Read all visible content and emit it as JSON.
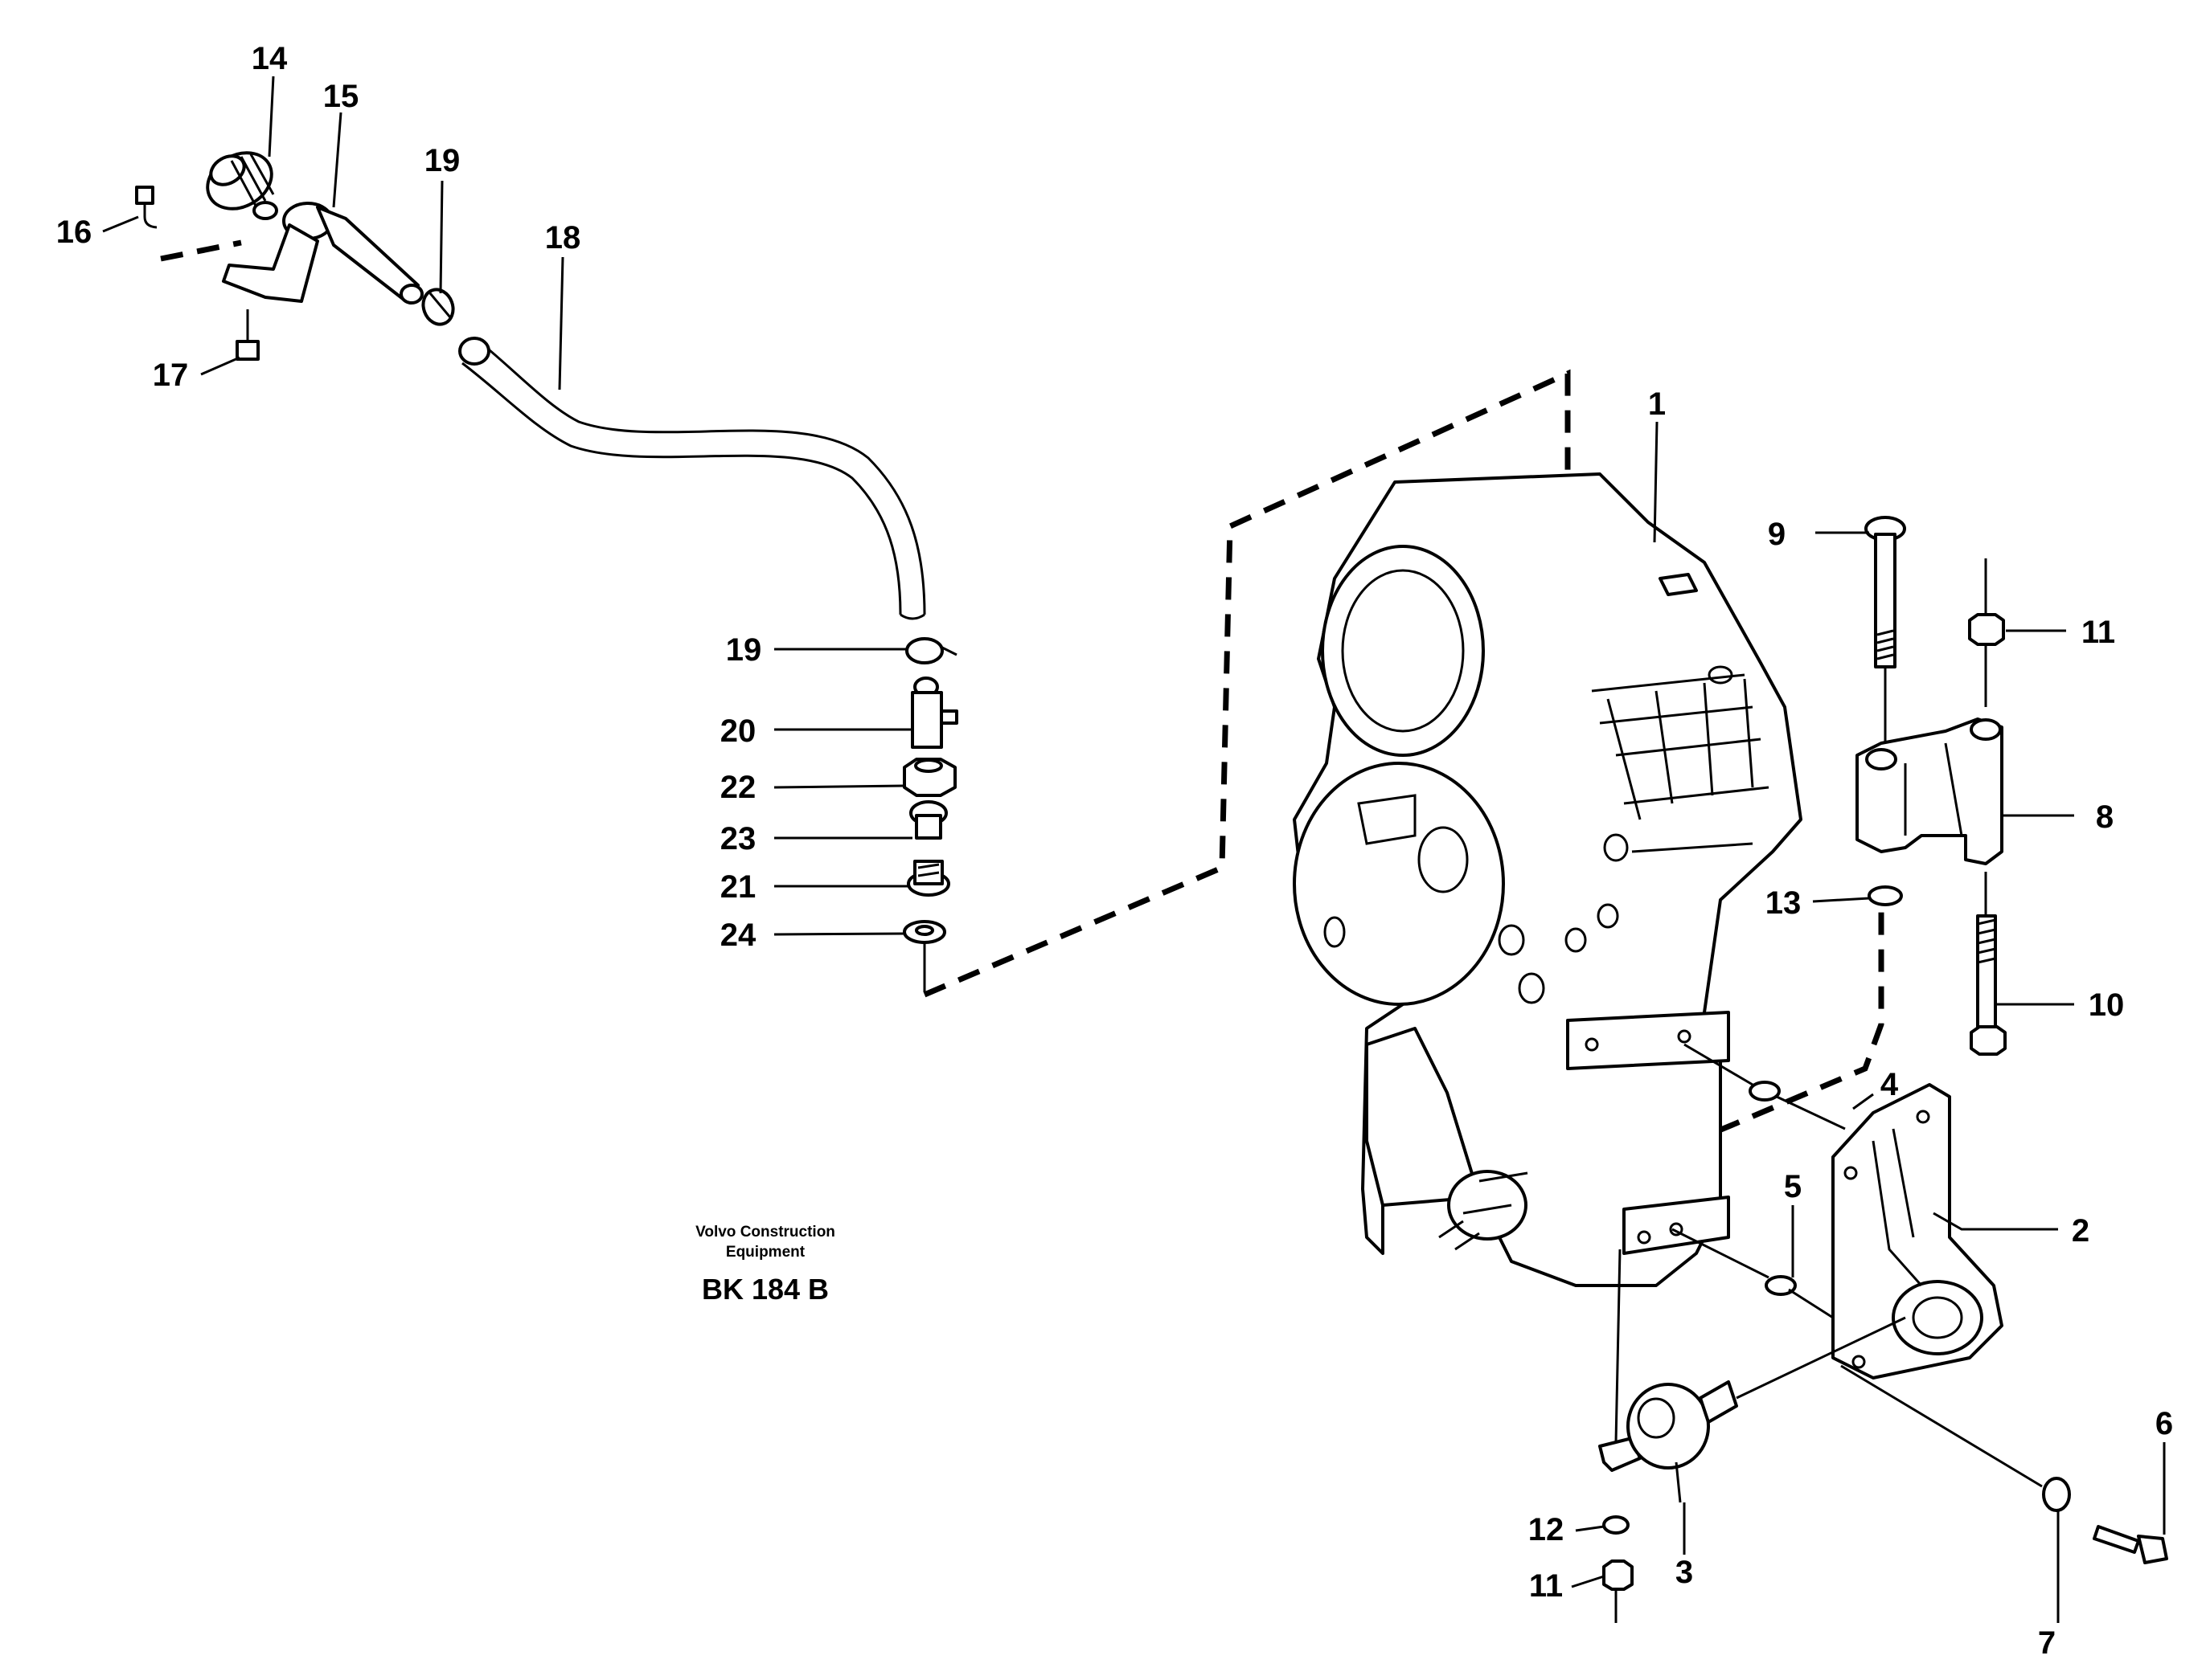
{
  "callouts": {
    "c1": "1",
    "c2": "2",
    "c3": "3",
    "c4": "4",
    "c5": "5",
    "c6": "6",
    "c7": "7",
    "c8": "8",
    "c9": "9",
    "c10": "10",
    "c11a": "11",
    "c11b": "11",
    "c12": "12",
    "c13": "13",
    "c14": "14",
    "c15": "15",
    "c16": "16",
    "c17": "17",
    "c18": "18",
    "c19a": "19",
    "c19b": "19",
    "c20": "20",
    "c21": "21",
    "c22": "22",
    "c23": "23",
    "c24": "24"
  },
  "credit": {
    "line1": "Volvo Construction",
    "line2": "Equipment",
    "code": "BK 184 B"
  }
}
